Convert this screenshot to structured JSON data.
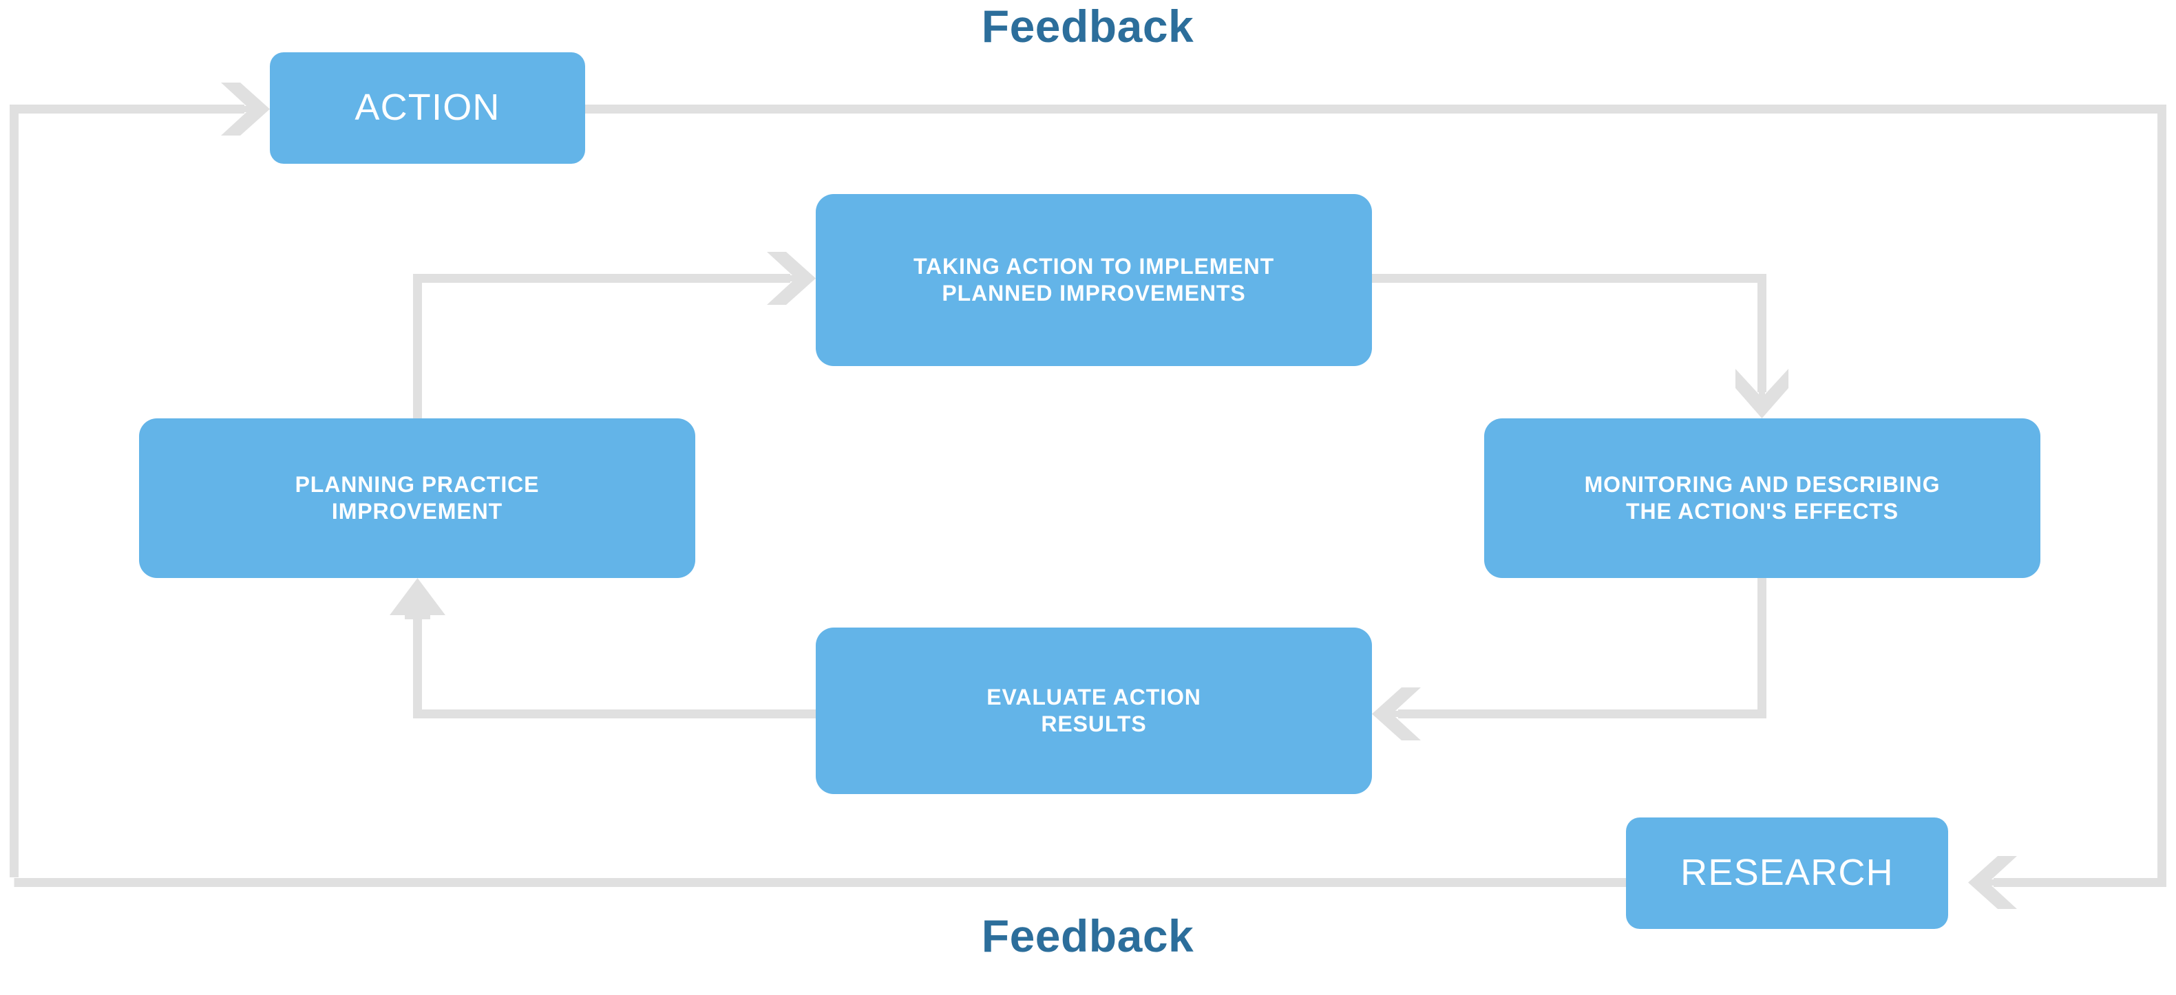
{
  "diagram": {
    "title_top": "Feedback",
    "title_bottom": "Feedback",
    "accent_blue": "#63b4e8",
    "caption_color": "#2c6e9b",
    "connector_color": "#e0e0e0",
    "background": "#ffffff"
  },
  "nodes": {
    "action": {
      "label": "ACTION",
      "type": "terminal"
    },
    "research": {
      "label": "RESEARCH",
      "type": "terminal"
    },
    "taking_action": {
      "label": "TAKING ACTION TO IMPLEMENT\nPLANNED IMPROVEMENTS",
      "type": "process"
    },
    "planning": {
      "label": "PLANNING PRACTICE\nIMPROVEMENT",
      "type": "process"
    },
    "monitoring": {
      "label": "MONITORING AND DESCRIBING\nTHE ACTION'S EFFECTS",
      "type": "process"
    },
    "evaluate": {
      "label": "EVALUATE ACTION\nRESULTS",
      "type": "process"
    }
  },
  "connectors": [
    {
      "name": "outer-loop-to-action",
      "from": "research",
      "to": "action",
      "arrow": "right"
    },
    {
      "name": "outer-loop-to-research",
      "from": "action",
      "to": "research",
      "arrow": "left"
    },
    {
      "name": "planning-to-taking-action",
      "from": "planning",
      "to": "taking_action",
      "arrow": "right"
    },
    {
      "name": "taking-action-to-monitoring",
      "from": "taking_action",
      "to": "monitoring",
      "arrow": "down"
    },
    {
      "name": "monitoring-to-evaluate",
      "from": "monitoring",
      "to": "evaluate",
      "arrow": "left"
    },
    {
      "name": "evaluate-to-planning",
      "from": "evaluate",
      "to": "planning",
      "arrow": "up"
    }
  ]
}
